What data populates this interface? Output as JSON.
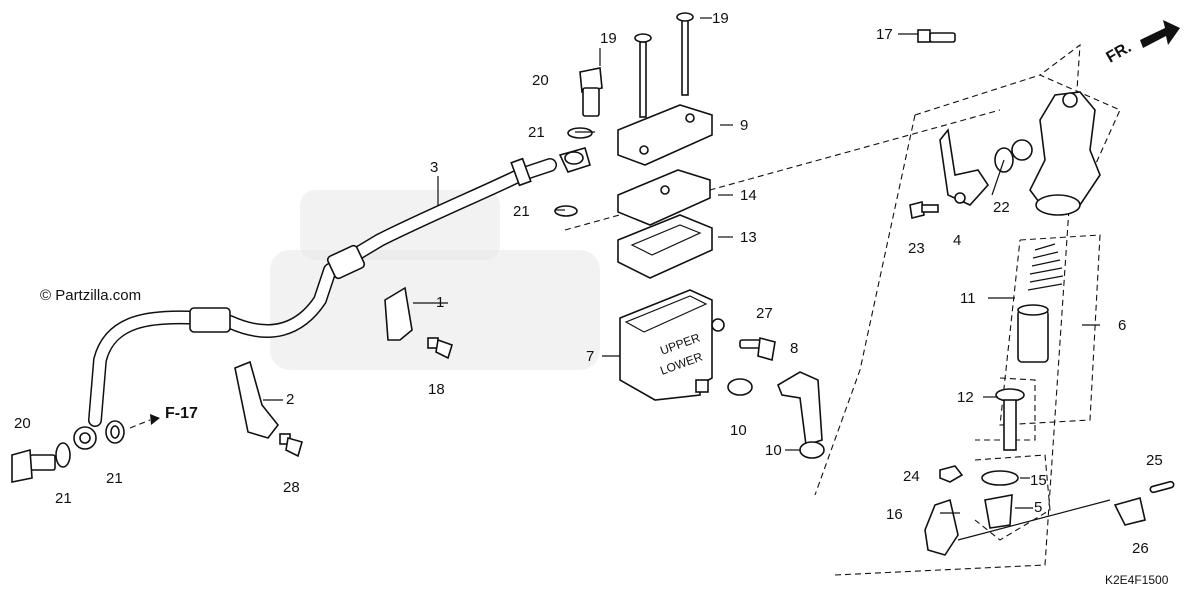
{
  "watermark": "© Partzilla.com",
  "diagram_code": "K2E4F1500",
  "front_marker": "FR.",
  "ref_label": "F-17",
  "callouts": {
    "c1": "1",
    "c2": "2",
    "c3": "3",
    "c4": "4",
    "c5": "5",
    "c6": "6",
    "c7": "7",
    "c8": "8",
    "c9": "9",
    "c10a": "10",
    "c10b": "10",
    "c11": "11",
    "c12": "12",
    "c13": "13",
    "c14": "14",
    "c15": "15",
    "c16": "16",
    "c17": "17",
    "c18": "18",
    "c19a": "19",
    "c19b": "19",
    "c20a": "20",
    "c20b": "20",
    "c21a": "21",
    "c21b": "21",
    "c21c": "21",
    "c21d": "21",
    "c22": "22",
    "c23": "23",
    "c24": "24",
    "c25": "25",
    "c26": "26",
    "c27": "27",
    "c28": "28"
  },
  "reservoir_marks": {
    "upper": "UPPER",
    "lower": "LOWER"
  }
}
